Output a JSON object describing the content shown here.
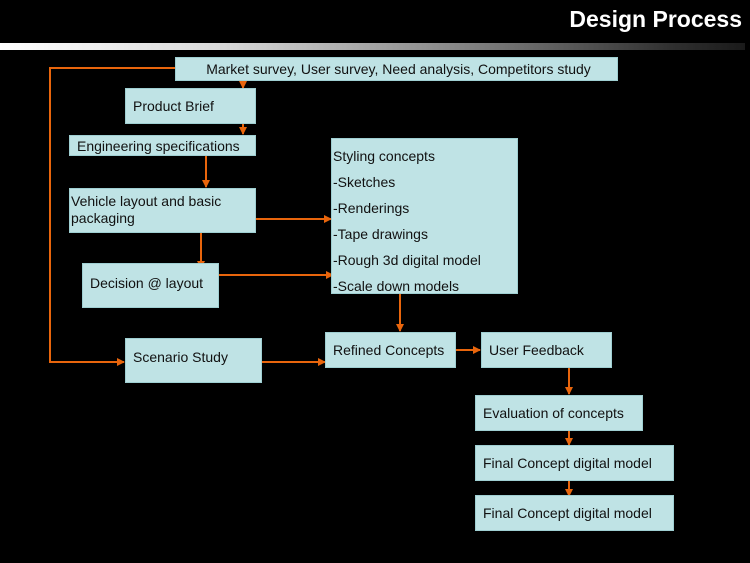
{
  "title": "Design Process",
  "colors": {
    "background": "#000000",
    "box_fill": "#bfe3e5",
    "connector": "#e8650c",
    "title_text": "#ffffff"
  },
  "nodes": {
    "market_survey": "Market survey, User survey, Need analysis, Competitors study",
    "product_brief": "Product Brief",
    "engineering_specs": "Engineering specifications",
    "vehicle_layout": "Vehicle layout and basic packaging",
    "decision_layout": "Decision @ layout",
    "scenario_study": "Scenario Study",
    "styling_concepts": {
      "heading": "Styling concepts",
      "items": [
        "-Sketches",
        "-Renderings",
        "-Tape drawings",
        "-Rough 3d digital model",
        "-Scale down models"
      ]
    },
    "refined_concepts": "Refined Concepts",
    "user_feedback": "User Feedback",
    "evaluation": "Evaluation of concepts",
    "final_model_1": "Final Concept digital model",
    "final_model_2": "Final Concept digital model"
  },
  "edges": [
    {
      "from": "market_survey",
      "to": "product_brief"
    },
    {
      "from": "product_brief",
      "to": "engineering_specs"
    },
    {
      "from": "engineering_specs",
      "to": "vehicle_layout"
    },
    {
      "from": "vehicle_layout",
      "to": "styling_concepts"
    },
    {
      "from": "vehicle_layout",
      "to": "decision_layout"
    },
    {
      "from": "decision_layout",
      "to": "styling_concepts"
    },
    {
      "from": "market_survey",
      "to": "scenario_study"
    },
    {
      "from": "scenario_study",
      "to": "refined_concepts"
    },
    {
      "from": "styling_concepts",
      "to": "refined_concepts"
    },
    {
      "from": "refined_concepts",
      "to": "user_feedback"
    },
    {
      "from": "user_feedback",
      "to": "evaluation"
    },
    {
      "from": "evaluation",
      "to": "final_model_1"
    },
    {
      "from": "final_model_1",
      "to": "final_model_2"
    }
  ]
}
